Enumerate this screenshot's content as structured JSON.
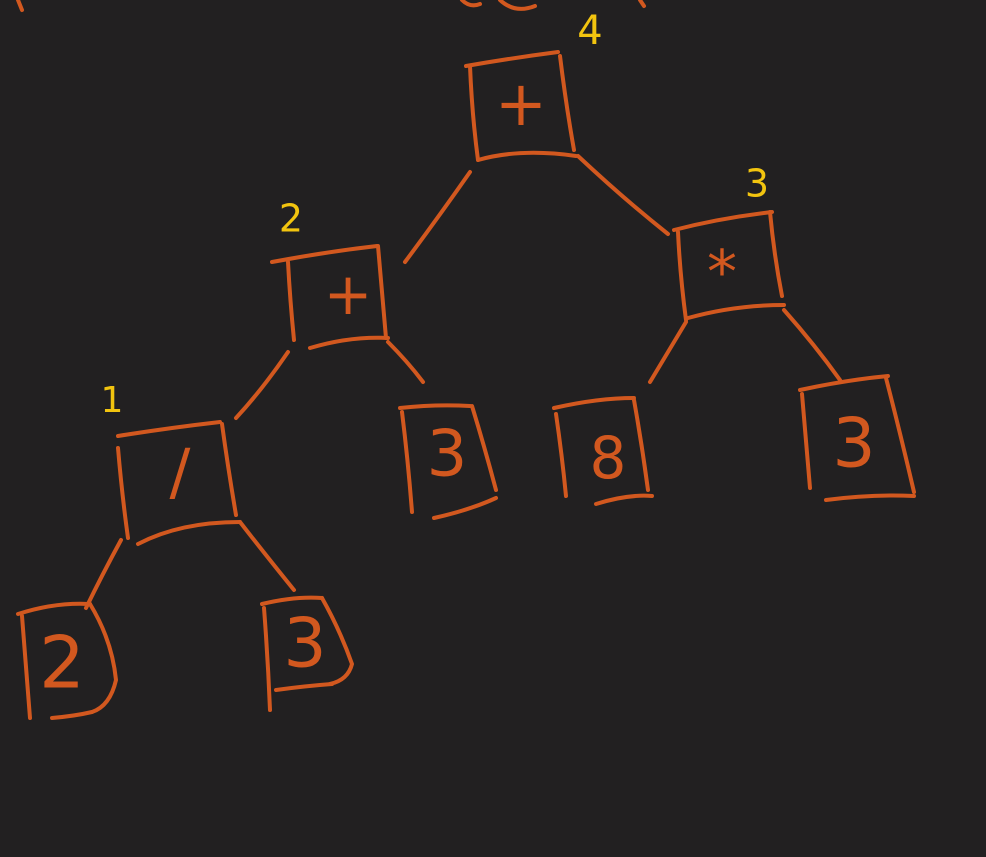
{
  "colors": {
    "background": "#222021",
    "ink": "#d2581f",
    "annotation": "#f2c40f"
  },
  "tree": {
    "root": {
      "operator": "+",
      "order": "4",
      "left": {
        "operator": "+",
        "order": "2",
        "left": {
          "operator": "/",
          "order": "1",
          "left": {
            "value": "2"
          },
          "right": {
            "value": "3"
          }
        },
        "right": {
          "value": "3"
        }
      },
      "right": {
        "operator": "*",
        "order": "3",
        "left": {
          "value": "8"
        },
        "right": {
          "value": "3"
        }
      }
    }
  }
}
